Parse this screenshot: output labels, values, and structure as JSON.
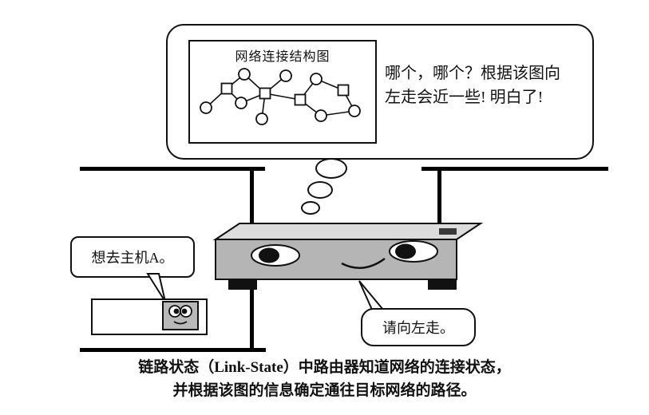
{
  "thought": {
    "diagram_title": "网络连接结构图",
    "text": "哪个，哪个？根据该图向左走会近一些! 明白了!"
  },
  "host": {
    "bubble_text": "想去主机A。"
  },
  "router": {
    "bubble_text": "请向左走。"
  },
  "caption": {
    "line1": "链路状态（Link-State）中路由器知道网络的连接状态，",
    "line2": "并根据该图的信息确定通往目标网络的路径。"
  },
  "colors": {
    "line": "#000000",
    "router_front": "#b5b5b5",
    "router_top": "#dcdcdc",
    "host_face": "#b9b9b9",
    "background": "#ffffff"
  }
}
